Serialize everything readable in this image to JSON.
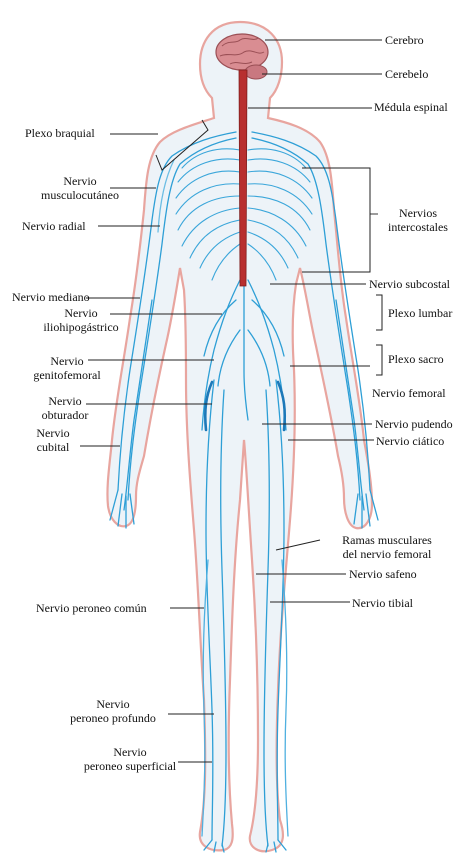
{
  "colors": {
    "outline": "#e8a59f",
    "body_fill": "#edf3f8",
    "nerve": "#2e9fd6",
    "nerve_light": "#7cc4e6",
    "spinal_cord": "#b82f2f",
    "brain": "#d98d92",
    "brain_dark": "#9a4f55",
    "leader": "#222222"
  },
  "labels": {
    "cerebro": "Cerebro",
    "cerebelo": "Cerebelo",
    "medula": "Médula espinal",
    "plexo_braquial": "Plexo braquial",
    "musculocutaneo": "Nervio\nmusculocutáneo",
    "radial": "Nervio radial",
    "intercostales": "Nervios\nintercostales",
    "subcostal": "Nervio subcostal",
    "mediano": "Nervio mediano",
    "iliohipogastrico": "Nervio\niliohipogástrico",
    "plexo_lumbar": "Plexo lumbar",
    "plexo_sacro": "Plexo sacro",
    "genitofemoral": "Nervio\ngenitofemoral",
    "femoral": "Nervio femoral",
    "obturador": "Nervio\nobturador",
    "pudendo": "Nervio pudendo",
    "cubital": "Nervio\ncubital",
    "ciatico": "Nervio ciático",
    "ramas_musculares": "Ramas musculares\ndel nervio femoral",
    "safeno": "Nervio safeno",
    "peroneo_comun": "Nervio peroneo común",
    "tibial": "Nervio tibial",
    "peroneo_profundo": "Nervio\nperoneo profundo",
    "peroneo_superficial": "Nervio\nperoneo superficial"
  }
}
